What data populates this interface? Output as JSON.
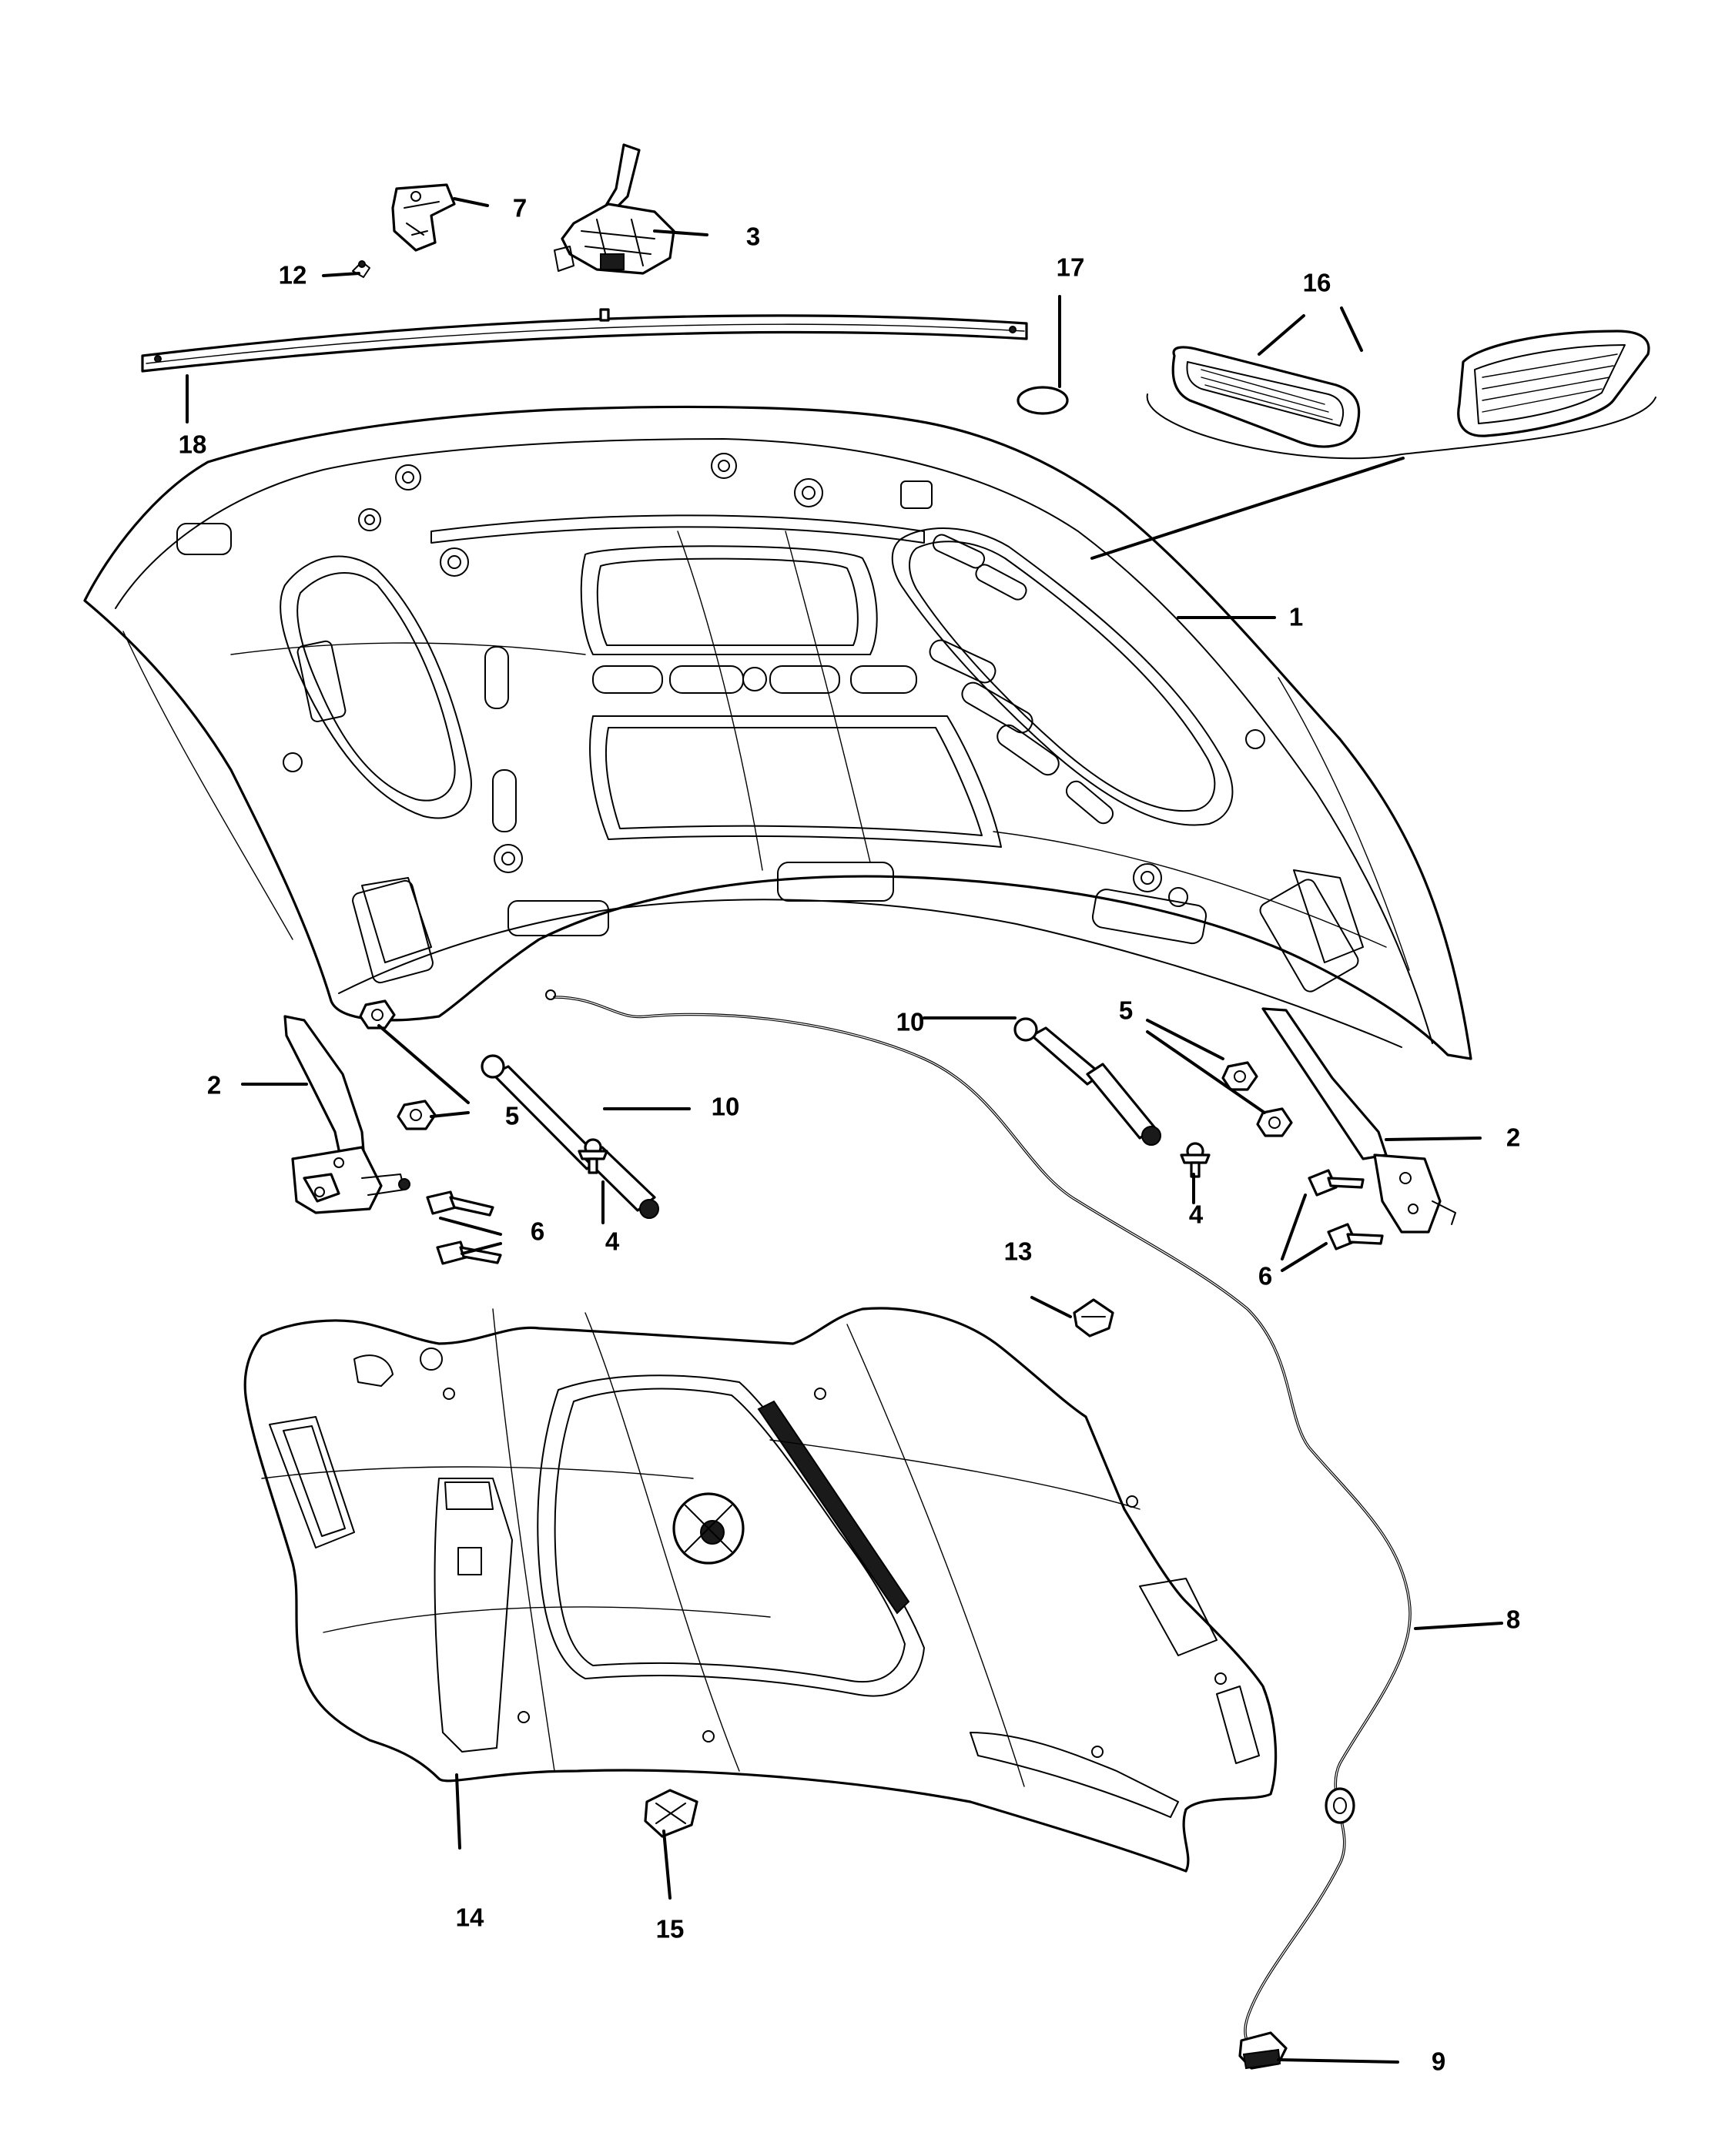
{
  "callouts": {
    "c1": "1",
    "c2_left": "2",
    "c2_right": "2",
    "c3": "3",
    "c4_left": "4",
    "c4_right": "4",
    "c5_left": "5",
    "c5_right": "5",
    "c6_left": "6",
    "c6_right": "6",
    "c7": "7",
    "c8": "8",
    "c9": "9",
    "c10_left": "10",
    "c10_right": "10",
    "c12": "12",
    "c13": "13",
    "c14": "14",
    "c15": "15",
    "c16": "16",
    "c17": "17",
    "c18": "18"
  },
  "colors": {
    "line": "#000000",
    "background": "#ffffff"
  }
}
